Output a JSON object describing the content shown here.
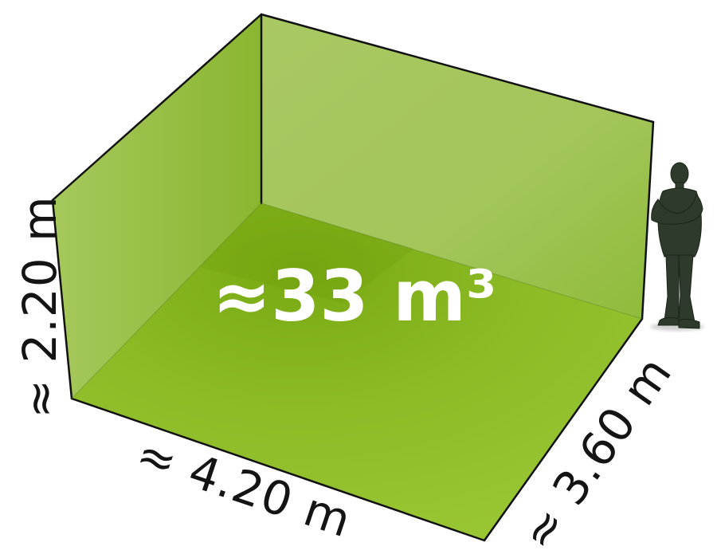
{
  "diagram": {
    "volume_label": "≈33 m³",
    "height_label": "≈ 2.20 m",
    "width_label": "≈ 4.20 m",
    "depth_label": "≈ 3.60 m",
    "colors": {
      "back_wall": "#a8c75e",
      "left_wall": "#9ec14a",
      "floor": "#8fbc2a",
      "edge": "#111111",
      "label_text": "#141414",
      "volume_text": "#ffffff",
      "person": "#2e3a2b"
    },
    "icons": [
      "person-silhouette-icon"
    ]
  }
}
